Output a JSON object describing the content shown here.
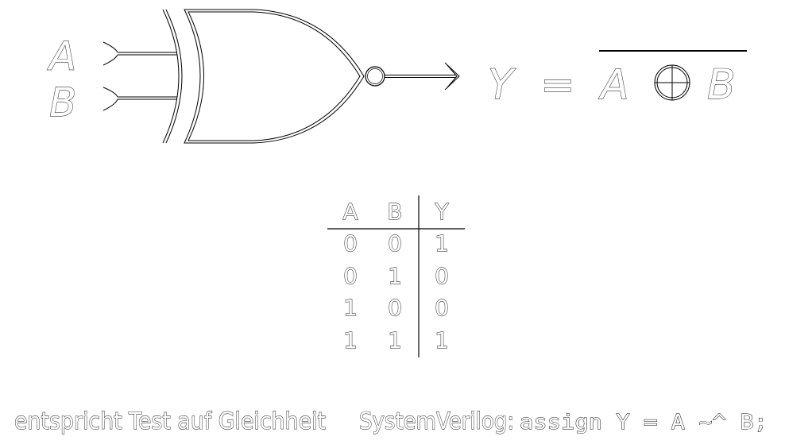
{
  "gate": {
    "input_a": "A",
    "input_b": "B",
    "output_var": "Y",
    "equals": "=",
    "expr_a": "A",
    "expr_b": "B",
    "operator_icon": "xor-circle-plus-icon",
    "overline": true
  },
  "truth_table": {
    "headers": [
      "A",
      "B",
      "Y"
    ],
    "rows": [
      [
        "0",
        "0",
        "1"
      ],
      [
        "0",
        "1",
        "0"
      ],
      [
        "1",
        "0",
        "0"
      ],
      [
        "1",
        "1",
        "1"
      ]
    ]
  },
  "footer": {
    "note": "entspricht Test auf Gleichheit",
    "sv_label": "SystemVerilog:",
    "sv_code": "assign Y = A ~^ B;"
  }
}
